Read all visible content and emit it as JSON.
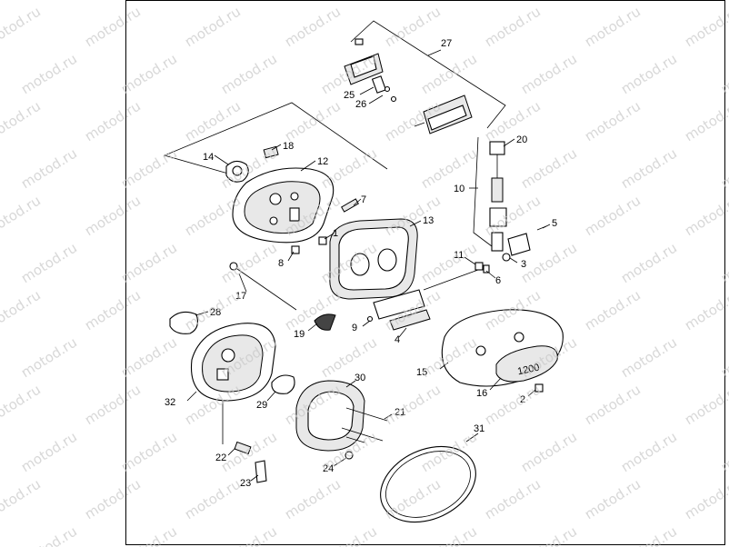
{
  "watermark": {
    "text": "motod.ru",
    "color": "#c8c8c8"
  },
  "diagram": {
    "parts": [
      {
        "id": "p1",
        "label": "1"
      },
      {
        "id": "p2",
        "label": "2"
      },
      {
        "id": "p3",
        "label": "3"
      },
      {
        "id": "p4",
        "label": "4"
      },
      {
        "id": "p5",
        "label": "5"
      },
      {
        "id": "p6",
        "label": "6"
      },
      {
        "id": "p7",
        "label": "7"
      },
      {
        "id": "p8",
        "label": "8"
      },
      {
        "id": "p9",
        "label": "9"
      },
      {
        "id": "p10",
        "label": "10"
      },
      {
        "id": "p11",
        "label": "11"
      },
      {
        "id": "p12",
        "label": "12"
      },
      {
        "id": "p13",
        "label": "13"
      },
      {
        "id": "p14",
        "label": "14"
      },
      {
        "id": "p15",
        "label": "15"
      },
      {
        "id": "p16",
        "label": "16"
      },
      {
        "id": "p17",
        "label": "17"
      },
      {
        "id": "p18",
        "label": "18"
      },
      {
        "id": "p19",
        "label": "19"
      },
      {
        "id": "p20",
        "label": "20"
      },
      {
        "id": "p21",
        "label": "21"
      },
      {
        "id": "p22",
        "label": "22"
      },
      {
        "id": "p23",
        "label": "23"
      },
      {
        "id": "p24",
        "label": "24"
      },
      {
        "id": "p25",
        "label": "25"
      },
      {
        "id": "p26",
        "label": "26"
      },
      {
        "id": "p27",
        "label": "27"
      },
      {
        "id": "p28",
        "label": "28"
      },
      {
        "id": "p29",
        "label": "29"
      },
      {
        "id": "p30",
        "label": "30"
      },
      {
        "id": "p31",
        "label": "31"
      },
      {
        "id": "p32",
        "label": "32"
      }
    ],
    "cover_insert_text": "1200"
  }
}
